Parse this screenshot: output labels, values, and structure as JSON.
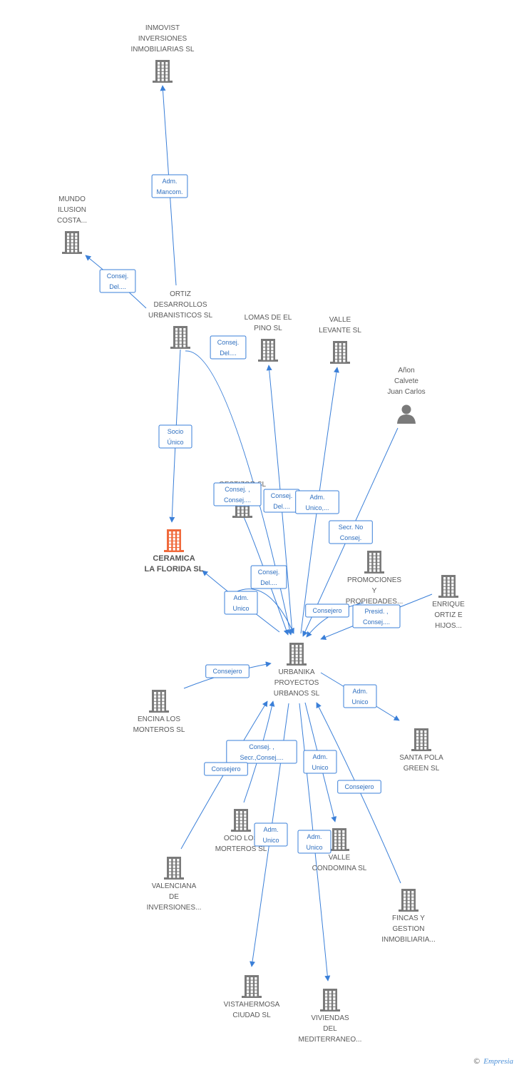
{
  "nodes": [
    {
      "id": "inmovist",
      "type": "company",
      "lines": [
        "INMOVIST",
        "INVERSIONES",
        "INMOBILIARIAS SL"
      ]
    },
    {
      "id": "mundo",
      "type": "company",
      "lines": [
        "MUNDO",
        "ILUSION",
        "COSTA..."
      ]
    },
    {
      "id": "ortiz",
      "type": "company",
      "lines": [
        "ORTIZ",
        "DESARROLLOS",
        "URBANISTICOS SL"
      ]
    },
    {
      "id": "lomas",
      "type": "company",
      "lines": [
        "LOMAS DE EL",
        "PINO SL"
      ]
    },
    {
      "id": "valle_levante",
      "type": "company",
      "lines": [
        "VALLE",
        "LEVANTE SL"
      ]
    },
    {
      "id": "anon",
      "type": "person",
      "lines": [
        "Añon",
        "Calvete",
        "Juan Carlos"
      ]
    },
    {
      "id": "gestizor",
      "type": "company",
      "lines": [
        "GESTIZOR SL"
      ]
    },
    {
      "id": "ceramica",
      "type": "company",
      "highlight": true,
      "lines": [
        "CERAMICA",
        "LA FLORIDA SL"
      ]
    },
    {
      "id": "promociones",
      "type": "company",
      "lines": [
        "PROMOCIONES",
        "Y",
        "PROPIEDADES..."
      ]
    },
    {
      "id": "enrique",
      "type": "company",
      "lines": [
        "ENRIQUE",
        "ORTIZ E",
        "HIJOS..."
      ]
    },
    {
      "id": "urbanika",
      "type": "company",
      "lines": [
        "URBANIKA",
        "PROYECTOS",
        "URBANOS  SL"
      ]
    },
    {
      "id": "encina",
      "type": "company",
      "lines": [
        "ENCINA LOS",
        "MONTEROS SL"
      ]
    },
    {
      "id": "santa_pola",
      "type": "company",
      "lines": [
        "SANTA POLA",
        "GREEN SL"
      ]
    },
    {
      "id": "ocio",
      "type": "company",
      "lines": [
        "OCIO LOS",
        "MORTEROS  SL"
      ]
    },
    {
      "id": "valle_condomina",
      "type": "company",
      "lines": [
        "VALLE",
        "CONDOMINA SL"
      ]
    },
    {
      "id": "valenciana",
      "type": "company",
      "lines": [
        "VALENCIANA",
        "DE",
        "INVERSIONES..."
      ]
    },
    {
      "id": "fincas",
      "type": "company",
      "lines": [
        "FINCAS Y",
        "GESTION",
        "INMOBILIARIA..."
      ]
    },
    {
      "id": "vistahermosa",
      "type": "company",
      "lines": [
        "VISTAHERMOSA",
        "CIUDAD SL"
      ]
    },
    {
      "id": "viviendas",
      "type": "company",
      "lines": [
        "VIVIENDAS",
        "DEL",
        "MEDITERRANEO..."
      ]
    }
  ],
  "edges": [
    {
      "from": "ortiz",
      "to": "inmovist",
      "label": [
        "Adm.",
        "Mancom."
      ]
    },
    {
      "from": "ortiz",
      "to": "mundo",
      "label": [
        "Consej.",
        "Del...."
      ]
    },
    {
      "from": "ortiz",
      "to": "ceramica",
      "label": [
        "Socio",
        "Único"
      ]
    },
    {
      "from": "ortiz",
      "to": "urbanika",
      "label": [
        "Consej.",
        "Del...."
      ]
    },
    {
      "from": "gestizor",
      "to": "urbanika",
      "label": [
        "Consej. ,",
        "Consej...."
      ]
    },
    {
      "from": "urbanika",
      "to": "lomas",
      "label": [
        "Consej.",
        "Del...."
      ]
    },
    {
      "from": "urbanika",
      "to": "valle_levante",
      "label": [
        "Adm.",
        "Unico,..."
      ]
    },
    {
      "from": "anon",
      "to": "urbanika",
      "label": [
        "Secr.  No",
        "Consej."
      ]
    },
    {
      "from": "urbanika",
      "to": "ceramica",
      "label": [
        "Adm.",
        "Unico"
      ]
    },
    {
      "from": "ceramica",
      "to": "urbanika",
      "label": [
        "Consej.",
        "Del...."
      ]
    },
    {
      "from": "promociones",
      "to": "urbanika",
      "label": [
        "Consejero"
      ]
    },
    {
      "from": "enrique",
      "to": "urbanika",
      "label": [
        "Presid. ,",
        "Consej...."
      ]
    },
    {
      "from": "encina",
      "to": "urbanika",
      "label": [
        "Consejero"
      ]
    },
    {
      "from": "urbanika",
      "to": "santa_pola",
      "label": [
        "Adm.",
        "Unico"
      ]
    },
    {
      "from": "ocio",
      "to": "urbanika",
      "label": [
        "Consej. ,",
        "Secr.,Consej...."
      ]
    },
    {
      "from": "valenciana",
      "to": "urbanika",
      "label": [
        "Consejero"
      ]
    },
    {
      "from": "urbanika",
      "to": "valle_condomina",
      "label": [
        "Adm.",
        "Unico"
      ]
    },
    {
      "from": "fincas",
      "to": "urbanika",
      "label": [
        "Consejero"
      ]
    },
    {
      "from": "urbanika",
      "to": "vistahermosa",
      "label": [
        "Adm.",
        "Unico"
      ]
    },
    {
      "from": "urbanika",
      "to": "viviendas",
      "label": [
        "Adm.",
        "Unico"
      ]
    }
  ],
  "colors": {
    "edge": "#3a7fd8",
    "icon": "#7a7a7a",
    "highlight": "#f06a3c",
    "label": "#5a5a5a"
  },
  "footer": {
    "copyright": "©",
    "brand": "Empresia"
  }
}
